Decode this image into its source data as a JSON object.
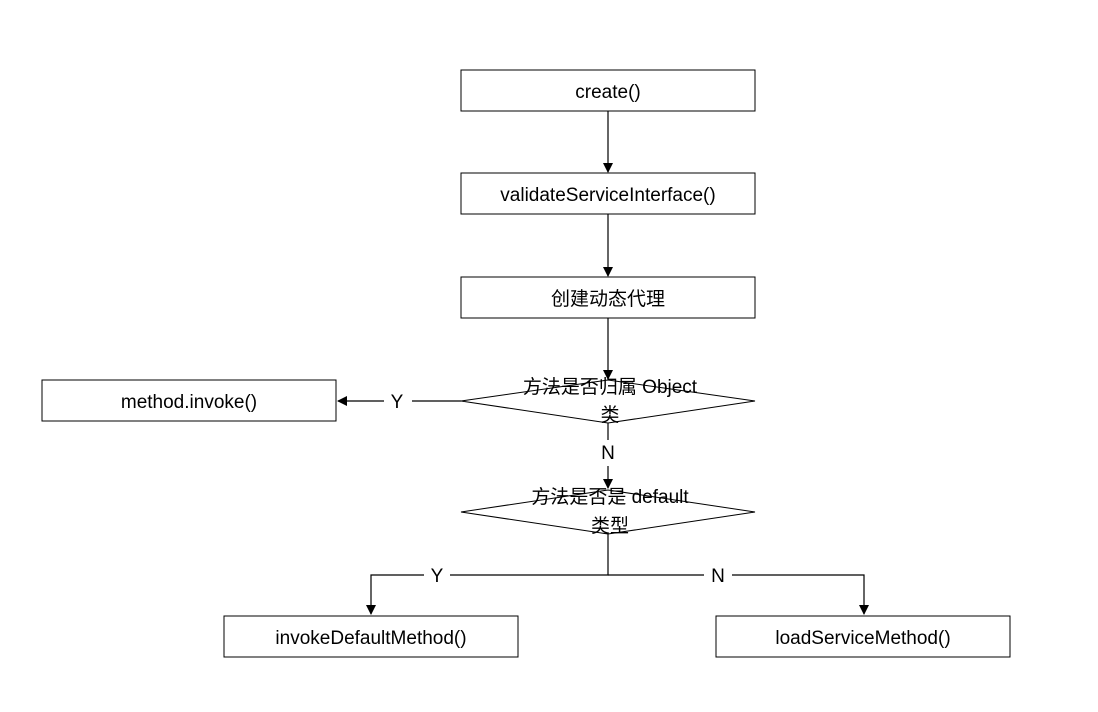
{
  "nodes": {
    "create": {
      "label": "create()"
    },
    "validate": {
      "label": "validateServiceInterface()"
    },
    "proxy": {
      "label": "创建动态代理"
    },
    "is_object": {
      "line1": "方法是否归属 Object",
      "line2": "类"
    },
    "method_invoke": {
      "label": "method.invoke()"
    },
    "is_default": {
      "line1": "方法是否是 default",
      "line2": "类型"
    },
    "invoke_default": {
      "label": "invokeDefaultMethod()"
    },
    "load_service": {
      "label": "loadServiceMethod()"
    }
  },
  "edges": {
    "object_yes": "Y",
    "object_no": "N",
    "default_yes": "Y",
    "default_no": "N"
  }
}
